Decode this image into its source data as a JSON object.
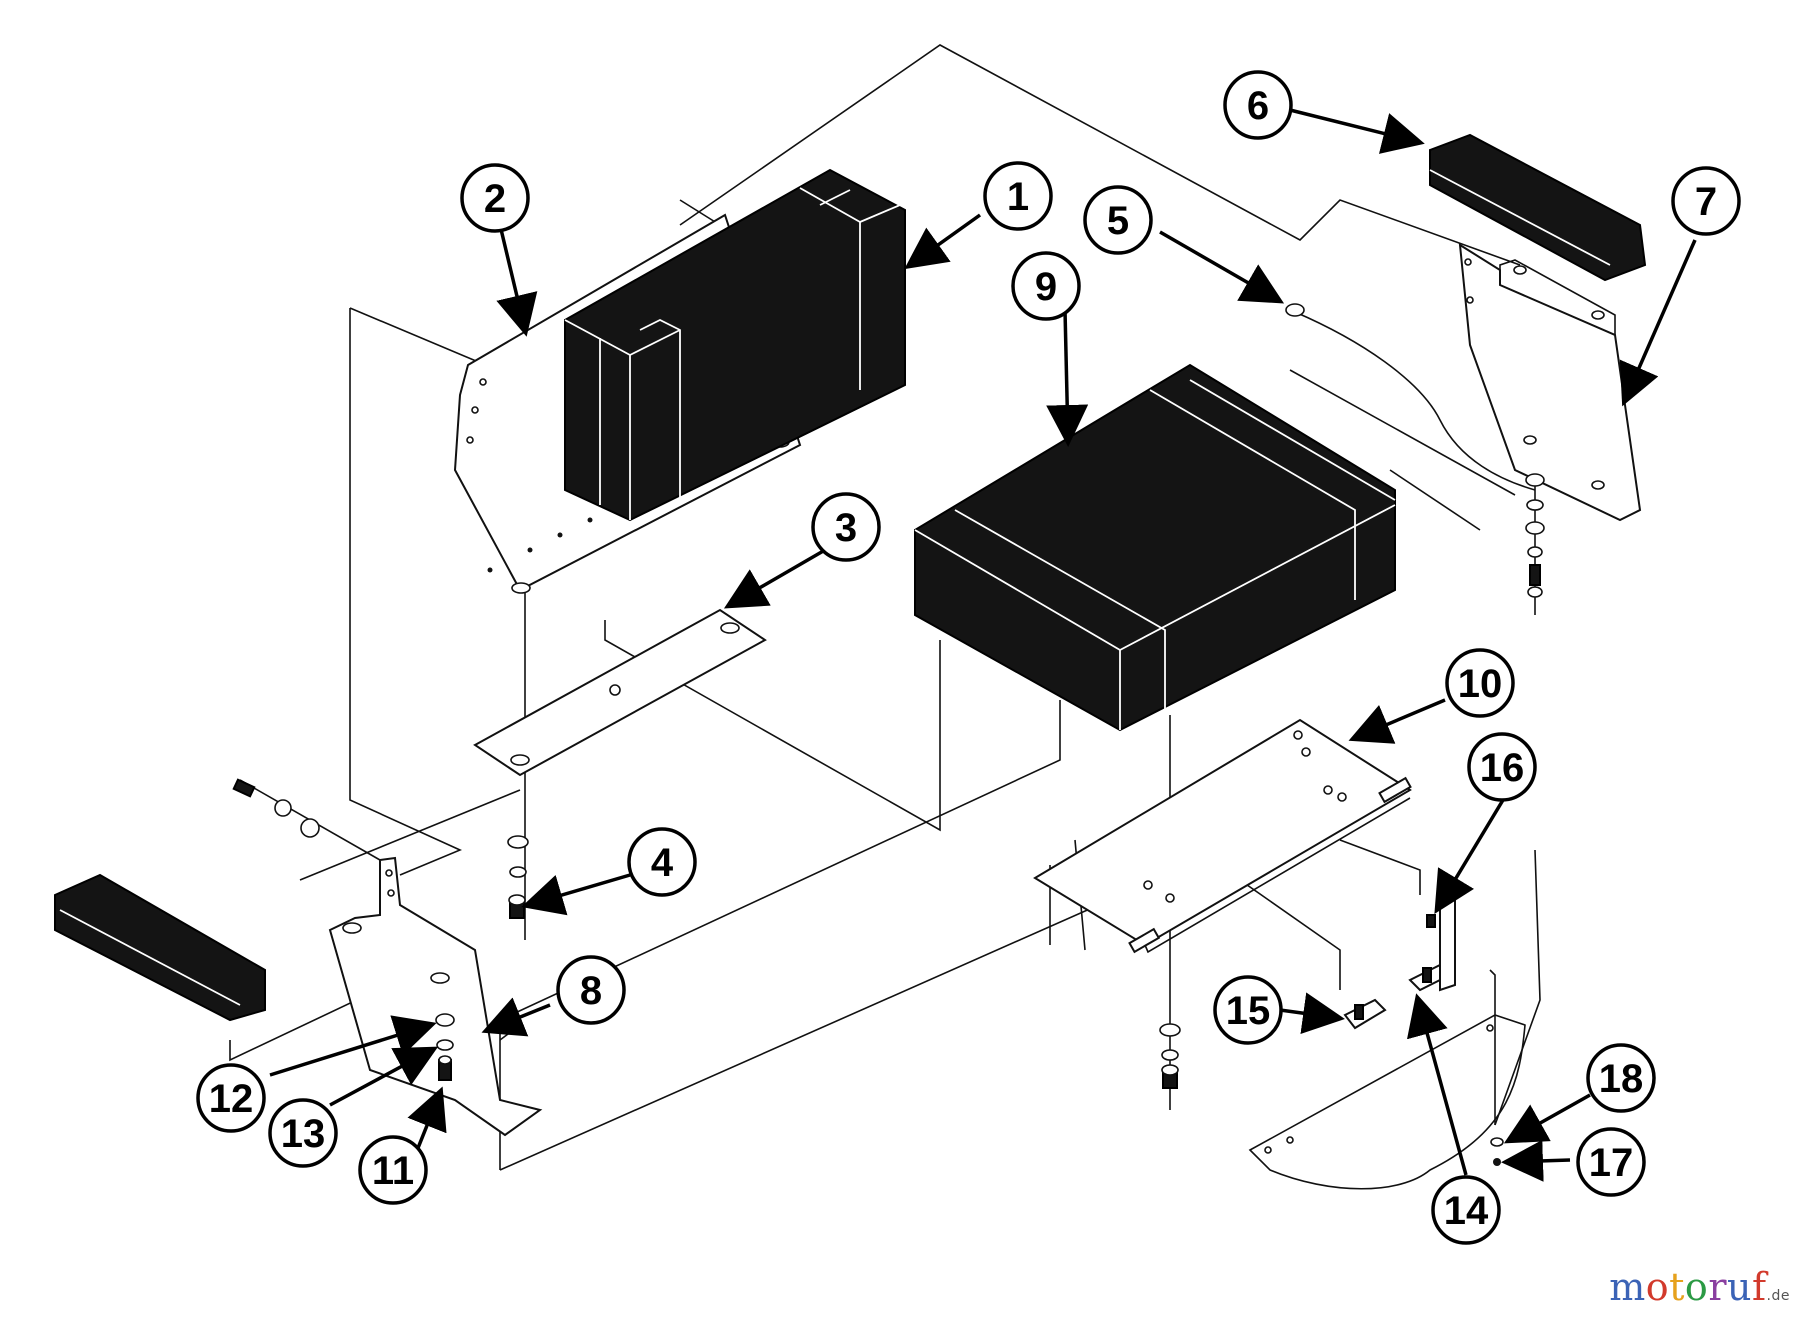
{
  "parts": [
    {
      "number": "1"
    },
    {
      "number": "2"
    },
    {
      "number": "3"
    },
    {
      "number": "4"
    },
    {
      "number": "5"
    },
    {
      "number": "6"
    },
    {
      "number": "7"
    },
    {
      "number": "8"
    },
    {
      "number": "9"
    },
    {
      "number": "10"
    },
    {
      "number": "11"
    },
    {
      "number": "12"
    },
    {
      "number": "13"
    },
    {
      "number": "14"
    },
    {
      "number": "15"
    },
    {
      "number": "16"
    },
    {
      "number": "17"
    },
    {
      "number": "18"
    }
  ],
  "watermark": {
    "text": "motoruf",
    "tld": ".de"
  },
  "colors": {
    "line": "#111111",
    "fill": "#141414",
    "background": "#ffffff"
  }
}
